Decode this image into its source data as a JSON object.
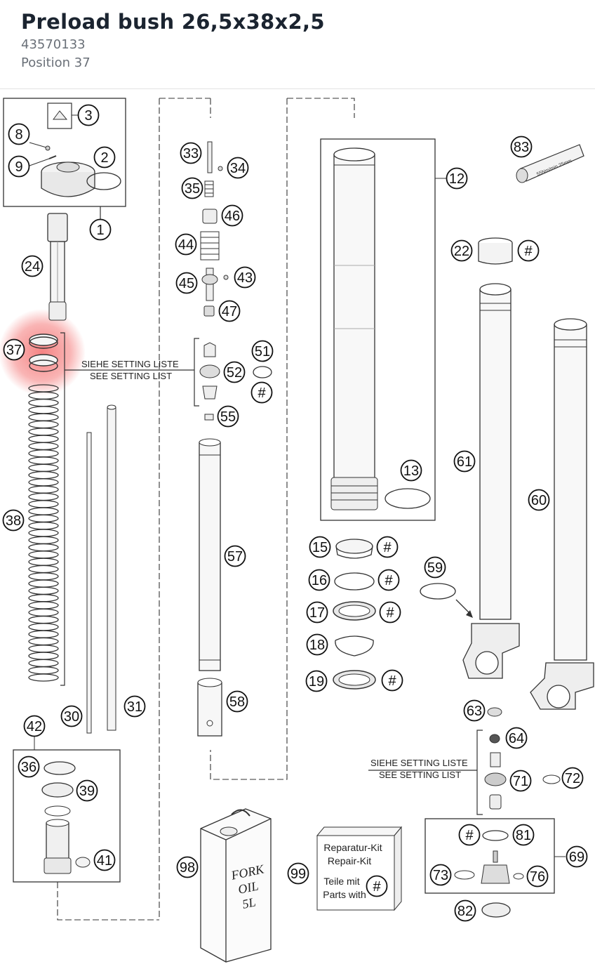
{
  "header": {
    "title": "Preload bush 26,5x38x2,5",
    "part_number": "43570133",
    "position": "Position 37"
  },
  "diagram": {
    "highlight_color": "#f25a5a",
    "highlighted_position": "37",
    "note_de": "SIEHE SETTING LISTE",
    "note_en": "SEE SETTING LIST",
    "tube_label": "55Nm/min 25mm",
    "kit_box": {
      "line1": "Reparatur-Kit",
      "line2": "Repair-Kit",
      "line3": "Teile mit",
      "line4": "Parts with",
      "symbol": "#"
    },
    "oil_can": {
      "line1": "FORK",
      "line2": "OIL",
      "line3": "5L"
    },
    "callouts": [
      "1",
      "2",
      "3",
      "8",
      "9",
      "12",
      "13",
      "15",
      "16",
      "17",
      "18",
      "19",
      "22",
      "24",
      "30",
      "31",
      "33",
      "34",
      "35",
      "36",
      "37",
      "38",
      "39",
      "41",
      "42",
      "43",
      "44",
      "45",
      "46",
      "47",
      "51",
      "52",
      "55",
      "57",
      "58",
      "59",
      "60",
      "61",
      "63",
      "64",
      "69",
      "71",
      "72",
      "73",
      "76",
      "81",
      "82",
      "83",
      "98",
      "99",
      "#"
    ]
  }
}
